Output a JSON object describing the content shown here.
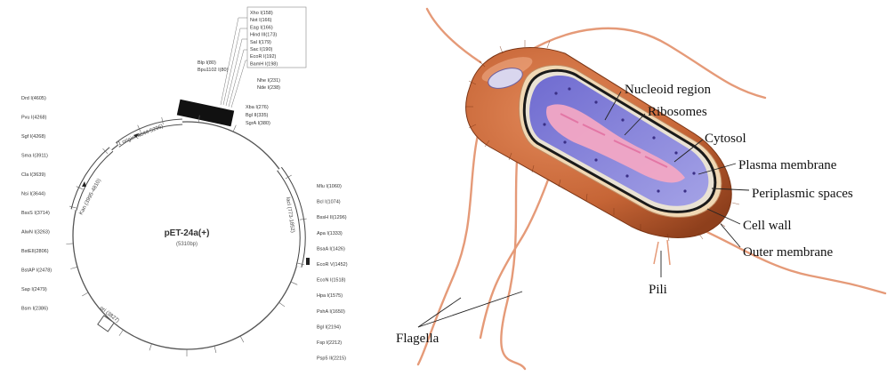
{
  "plasmid_map": {
    "name": "pET-24a(+)",
    "size": "(5310bp)",
    "orientation_labels": {
      "f1_origin": "f1 origin (4844-5296)",
      "kan": "Kan (3995-4810)",
      "laci": "lacI (773-1852)",
      "ori": "ori (3827)"
    },
    "sites_top_column": [
      "Xho I(158)",
      "Not I(166)",
      "Eag I(166)",
      "Hind III(173)",
      "Sal I(179)",
      "Sac I(190)",
      "EcoR I(192)",
      "BamH I(198)"
    ],
    "sites_upper_left": [
      "Blp I(80)",
      "Bpu1102 I(80)"
    ],
    "sites_right_near_box": [
      "Nhe I(231)",
      "Nde I(238)"
    ],
    "sites_right_group": [
      "Xba I(276)",
      "Bgl II(335)",
      "SgrA I(380)"
    ],
    "sites_left": [
      "Drd I(4605)",
      "Pvu I(4268)",
      "Sgf I(4268)",
      "Sma I(3911)",
      "Cla I(3639)",
      "Nsi I(3644)",
      "BssS I(3714)",
      "AlwN I(3263)",
      "BstEII(2806)",
      "BstAP I(2478)",
      "Sap I(2479)",
      "Bsm I(2386)"
    ],
    "sites_right": [
      "Mlu I(1060)",
      "Bcl I(1074)",
      "BssH II(1296)",
      "Apa I(1333)",
      "BsaA I(1426)",
      "EcoR V(1452)",
      "EcoN I(1518)",
      "Hpa I(1575)",
      "PshA I(1650)",
      "Bgl I(2194)",
      "Fsp I(2212)",
      "Psp5 II(2215)"
    ],
    "site_markers": [
      {
        "angle": -84
      },
      {
        "angle": -66
      },
      {
        "angle": -30
      },
      {
        "angle": -8
      },
      {
        "angle": 14
      },
      {
        "angle": 24
      },
      {
        "angle": 36
      },
      {
        "angle": 62
      },
      {
        "angle": 76
      },
      {
        "angle": 90
      },
      {
        "angle": 108
      },
      {
        "angle": 124
      },
      {
        "angle": 150
      },
      {
        "angle": 164
      },
      {
        "angle": 176
      },
      {
        "angle": 194
      },
      {
        "angle": 204
      },
      {
        "angle": 226
      },
      {
        "angle": 246
      },
      {
        "angle": 258
      }
    ]
  },
  "bacterium": {
    "labels": {
      "nucleoid": "Nucleoid region",
      "ribosomes": "Ribosomes",
      "cytosol": "Cytosol",
      "plasma_membrane": "Plasma membrane",
      "periplasmic": "Periplasmic spaces",
      "cell_wall": "Cell wall",
      "outer_membrane": "Outer membrane",
      "pili": "Pili",
      "flagella": "Flagella"
    },
    "colors": {
      "body": "#c9683a",
      "body_dark": "#8e3f1c",
      "flagella": "#e59a78",
      "cytoplasm": "#8a88d8",
      "nucleoid": "#f2a7c4",
      "periplasm": "#f0d8b4",
      "outline": "#1a1a1a"
    }
  }
}
